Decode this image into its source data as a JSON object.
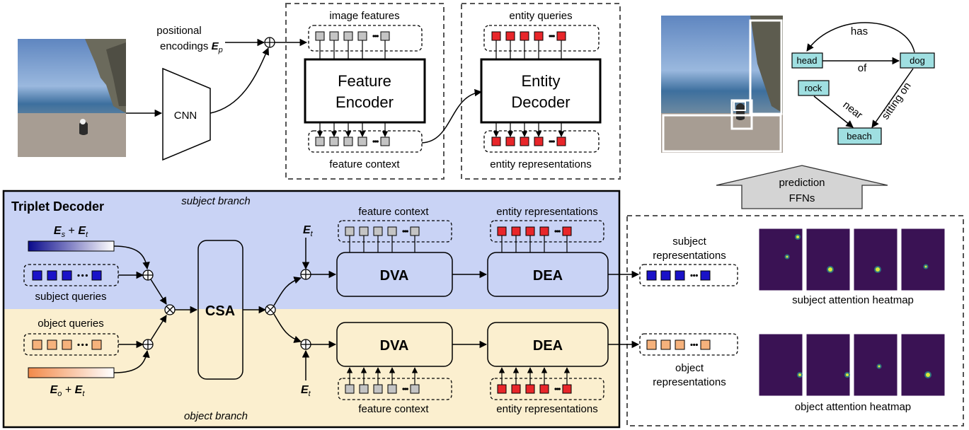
{
  "top": {
    "positional_prefix": "positional",
    "positional_encodings": "encodings",
    "positional_symbol": "E",
    "positional_sub": "p",
    "cnn": "CNN",
    "image_features": "image features",
    "feature_encoder_line1": "Feature",
    "feature_encoder_line2": "Encoder",
    "feature_context": "feature context",
    "entity_queries": "entity queries",
    "entity_decoder_line1": "Entity",
    "entity_decoder_line2": "Decoder",
    "entity_representations": "entity representations"
  },
  "scene_graph": {
    "nodes": [
      "head",
      "dog",
      "rock",
      "beach"
    ],
    "edges": [
      "has",
      "of",
      "near",
      "sitting on"
    ]
  },
  "prediction": {
    "line1": "prediction",
    "line2": "FFNs"
  },
  "triplet_decoder": {
    "title": "Triplet Decoder",
    "subject_branch": "subject branch",
    "object_branch": "object branch",
    "es_et": {
      "a": "E",
      "a_sub": "s",
      "plus": "+",
      "b": "E",
      "b_sub": "t"
    },
    "eo_et": {
      "a": "E",
      "a_sub": "o",
      "plus": "+",
      "b": "E",
      "b_sub": "t"
    },
    "et": {
      "a": "E",
      "a_sub": "t"
    },
    "subject_queries": "subject queries",
    "object_queries": "object queries",
    "csa": "CSA",
    "dva": "DVA",
    "dea": "DEA",
    "feature_context": "feature context",
    "entity_representations": "entity representations"
  },
  "outputs": {
    "subject_rep_line1": "subject",
    "subject_rep_line2": "representations",
    "object_rep_line1": "object",
    "object_rep_line2": "representations",
    "subject_heatmap": "subject attention heatmap",
    "object_heatmap": "object attention heatmap"
  },
  "colors": {
    "subject_bg": "#c9d3f5",
    "object_bg": "#fbefcf",
    "gray_token": "#c4c4c4",
    "red_token": "#e8262a",
    "blue_token": "#1a12c8",
    "orange_token": "#f6b27c",
    "node_fill": "#9fdfe1",
    "heatmap_bg": "#3a1254"
  }
}
